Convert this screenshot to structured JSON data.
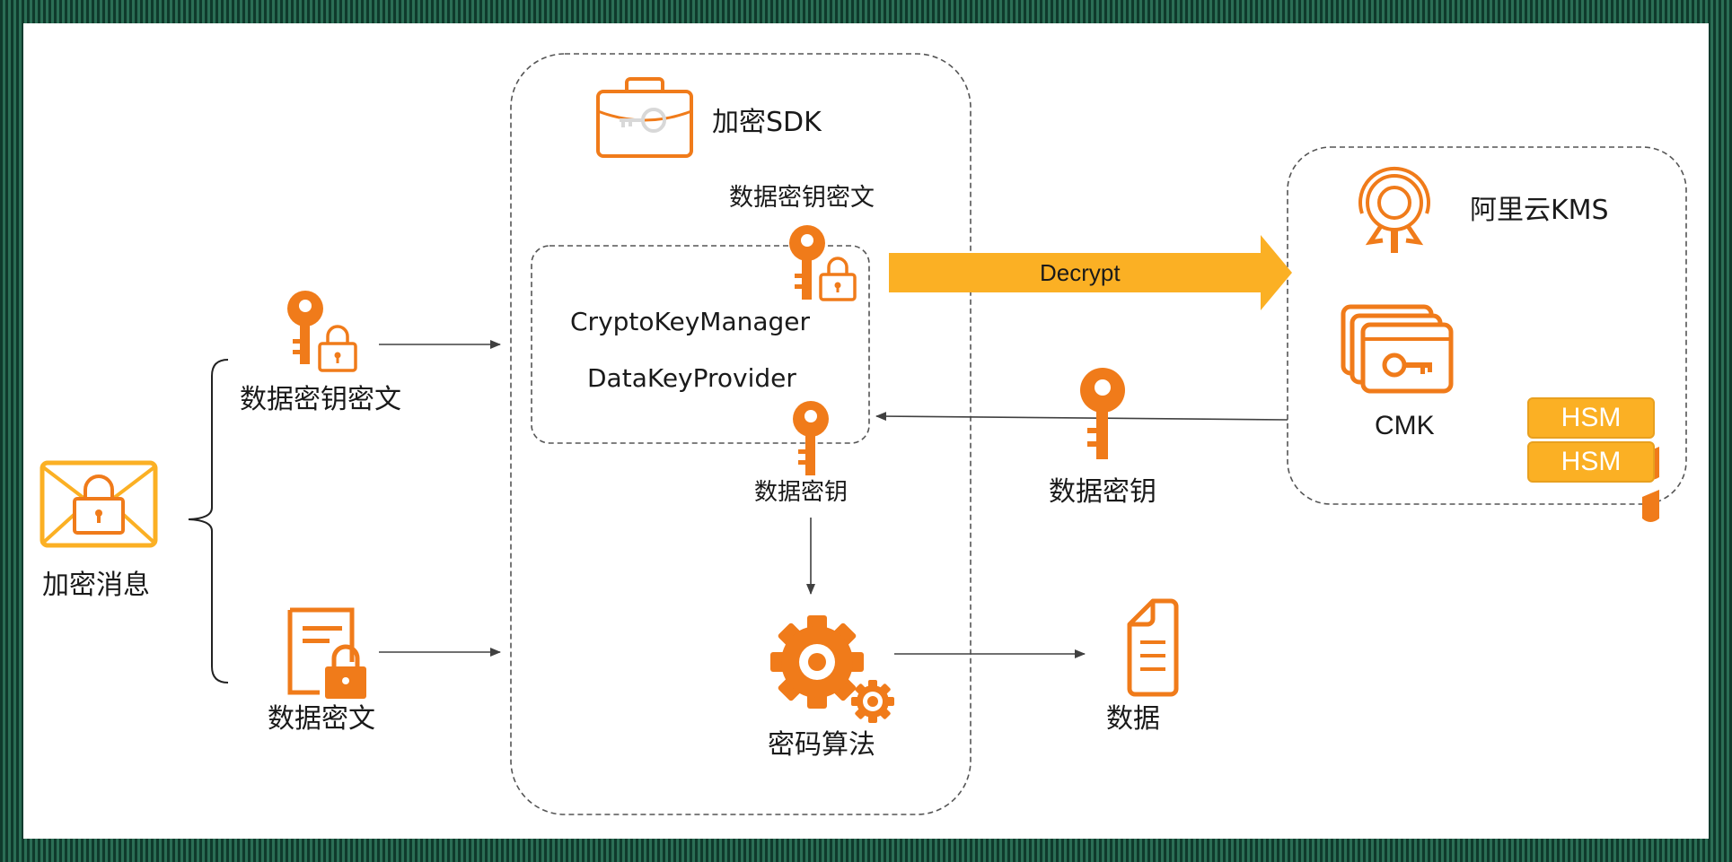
{
  "title": "",
  "colors": {
    "accent_orange": "#f07b1a",
    "accent_yellow": "#fbb024",
    "frame_green": "#1f5a48",
    "line": "#404040",
    "dashed_border": "#555555"
  },
  "labels": {
    "encrypted_message": "加密消息",
    "encrypted_datakey_left": "数据密钥密文",
    "encrypted_data": "数据密文",
    "sdk_title": "加密SDK",
    "encrypted_datakey_sdk": "数据密钥密文",
    "crypto_key_manager": "CryptoKeyManager",
    "data_key_provider": "DataKeyProvider",
    "datakey_sdk": "数据密钥",
    "algorithm": "密码算法",
    "decrypt": "Decrypt",
    "kms_title": "阿里云KMS",
    "cmk": "CMK",
    "hsm_1": "HSM",
    "hsm_2": "HSM",
    "datakey_returned": "数据密钥",
    "plaintext_data": "数据"
  },
  "icons": [
    "envelope-lock-icon",
    "key-lock-icon",
    "document-lock-icon",
    "briefcase-key-icon",
    "key-lock-small-icon",
    "key-icon",
    "gear-icon",
    "kms-icon",
    "cmk-cards-icon",
    "document-icon"
  ]
}
